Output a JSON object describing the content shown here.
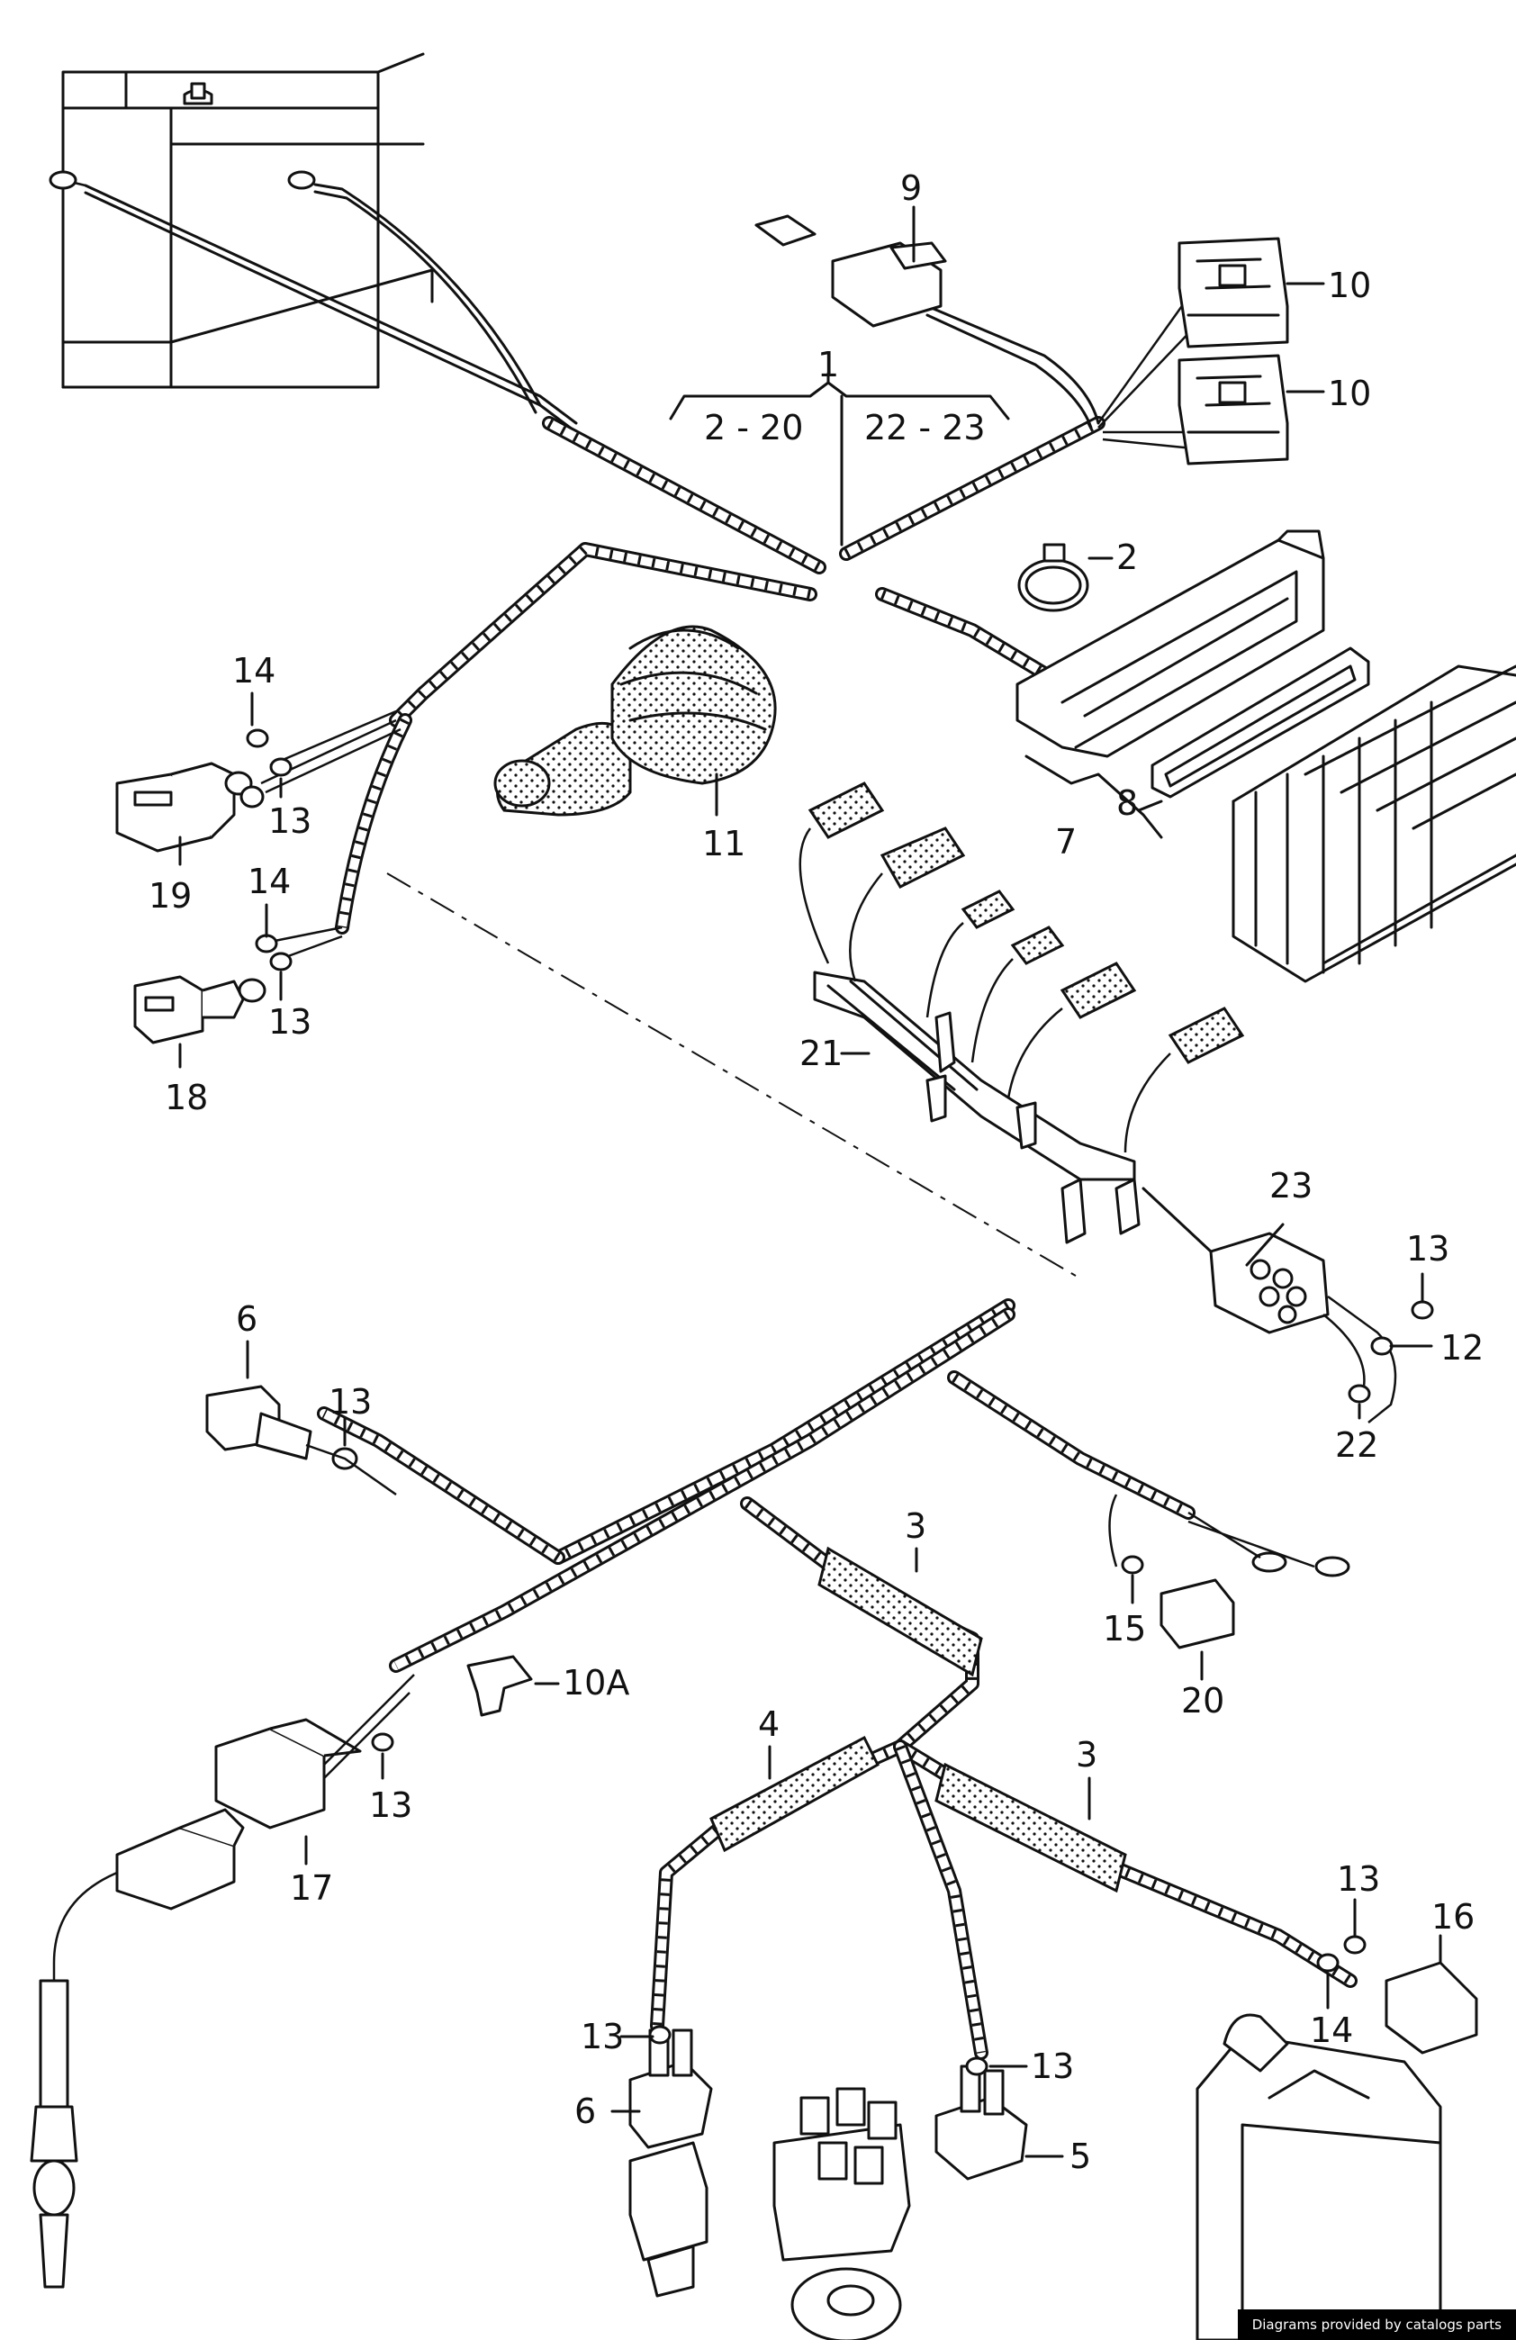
{
  "labels": {
    "l1": "1",
    "l2_20": "2 - 20",
    "l22_23": "22 - 23",
    "l2": "2",
    "l3a": "3",
    "l3b": "3",
    "l4": "4",
    "l5": "5",
    "l6a": "6",
    "l6b": "6",
    "l7": "7",
    "l8": "8",
    "l9": "9",
    "l10a": "10",
    "l10b": "10",
    "l10A": "10A",
    "l11": "11",
    "l12": "12",
    "l13a": "13",
    "l13b": "13",
    "l13c": "13",
    "l13d": "13",
    "l13e": "13",
    "l13f": "13",
    "l13g": "13",
    "l13h": "13",
    "l14a": "14",
    "l14b": "14",
    "l14c": "14",
    "l15": "15",
    "l16": "16",
    "l17": "17",
    "l18": "18",
    "l19": "19",
    "l20": "20",
    "l21": "21",
    "l22": "22",
    "l23": "23"
  },
  "footer": {
    "credit": "Diagrams provided by catalogs parts"
  }
}
